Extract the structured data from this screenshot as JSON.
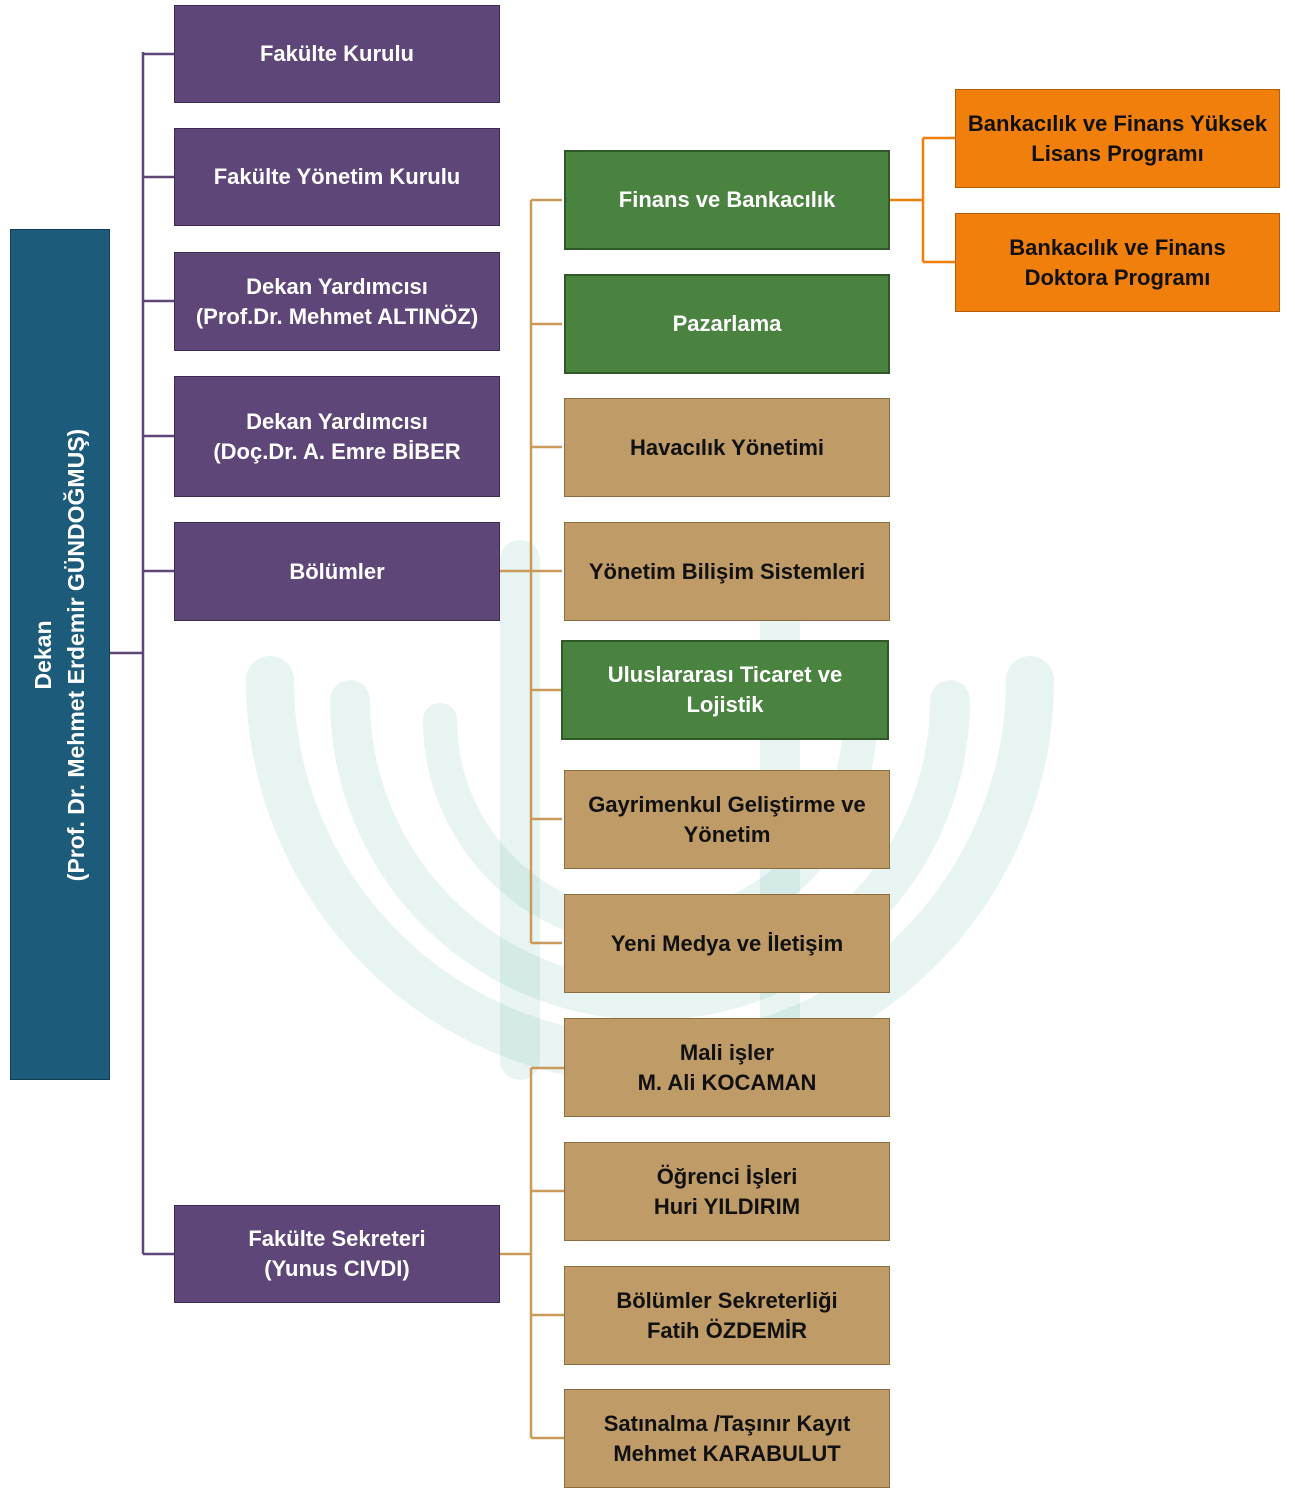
{
  "colors": {
    "dean": "#1c5b7a",
    "board": "#5e4678",
    "department_active": "#4a8240",
    "department": "#bf9b68",
    "graduate_program": "#f07f0c",
    "dean_connector": "#5e4678",
    "unit_connector": "#c99a5a",
    "program_connector": "#f07f0c"
  },
  "dean": {
    "title": "Dekan",
    "name": "(Prof. Dr.  Mehmet Erdemir GÜNDOĞMUŞ)"
  },
  "boards": [
    {
      "lines": [
        "Fakülte Kurulu"
      ]
    },
    {
      "lines": [
        "Fakülte Yönetim Kurulu"
      ]
    },
    {
      "lines": [
        "Dekan Yardımcısı",
        "(Prof.Dr. Mehmet ALTINÖZ)"
      ]
    },
    {
      "lines": [
        "Dekan Yardımcısı",
        "(Doç.Dr. A. Emre BİBER"
      ]
    },
    {
      "lines": [
        "Bölümler"
      ]
    },
    {
      "lines": [
        "Fakülte Sekreteri",
        "(Yunus CIVDI)"
      ]
    }
  ],
  "departments": [
    {
      "lines": [
        "Finans ve Bankacılık"
      ],
      "status": "active"
    },
    {
      "lines": [
        "Pazarlama"
      ],
      "status": "active"
    },
    {
      "lines": [
        "Havacılık Yönetimi"
      ],
      "status": "inactive"
    },
    {
      "lines": [
        "Yönetim Bilişim Sistemleri"
      ],
      "status": "inactive"
    },
    {
      "lines": [
        "Uluslararası Ticaret ve",
        "Lojistik"
      ],
      "status": "active"
    },
    {
      "lines": [
        "Gayrimenkul Geliştirme ve",
        "Yönetim"
      ],
      "status": "inactive"
    },
    {
      "lines": [
        "Yeni Medya ve İletişim"
      ],
      "status": "inactive"
    }
  ],
  "programs": [
    {
      "lines": [
        "Bankacılık ve Finans Yüksek",
        "Lisans Programı"
      ]
    },
    {
      "lines": [
        "Bankacılık ve Finans",
        "Doktora Programı"
      ]
    }
  ],
  "secretariat_units": [
    {
      "lines": [
        "Mali işler",
        "M. Ali KOCAMAN"
      ]
    },
    {
      "lines": [
        "Öğrenci İşleri",
        "Huri YILDIRIM"
      ]
    },
    {
      "lines": [
        "Bölümler Sekreterliği",
        "Fatih ÖZDEMİR"
      ]
    },
    {
      "lines": [
        "Satınalma /Taşınır Kayıt",
        "Mehmet KARABULUT"
      ]
    }
  ]
}
